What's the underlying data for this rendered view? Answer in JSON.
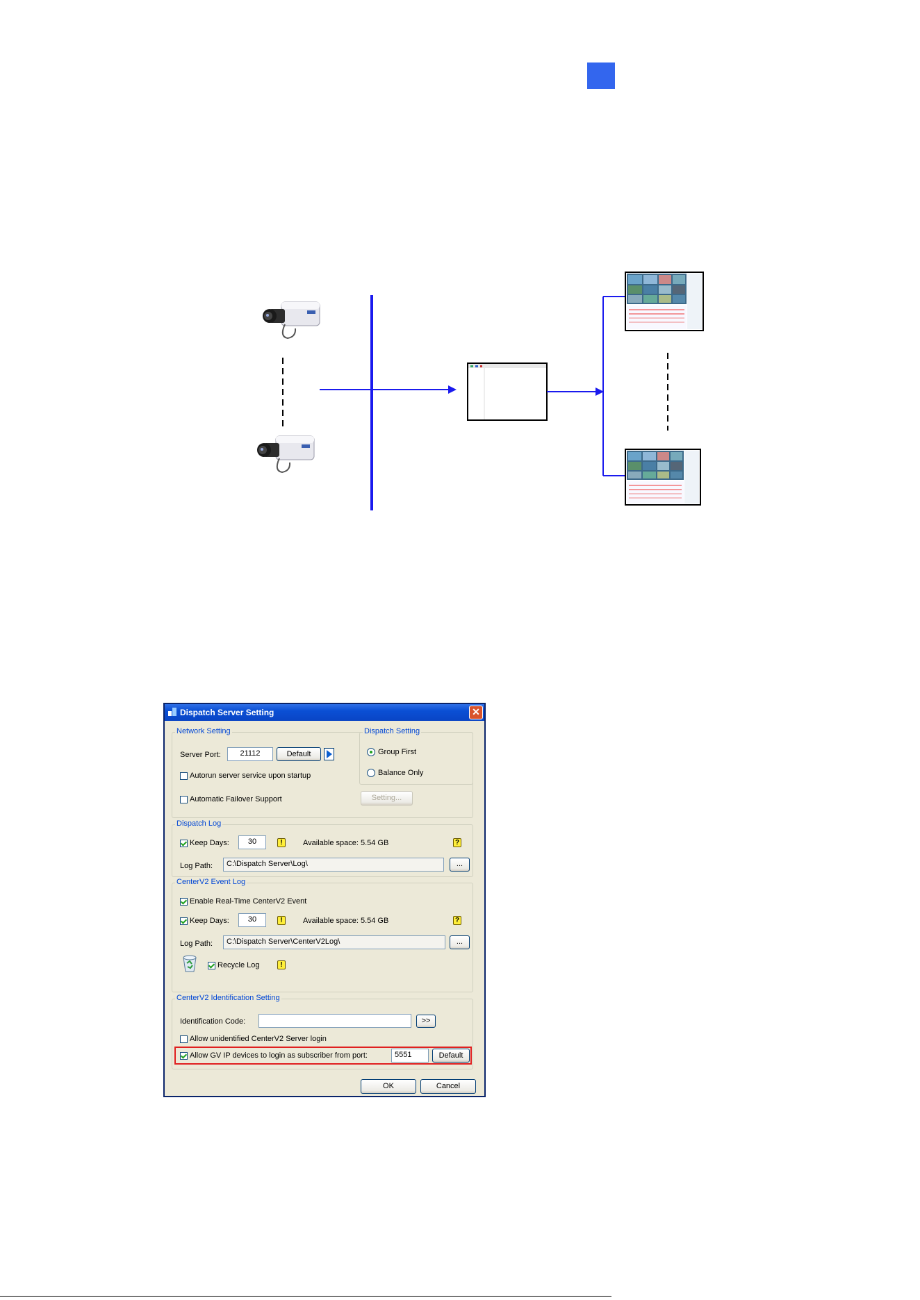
{
  "dialog": {
    "title": "Dispatch Server Setting",
    "close_glyph": "✕",
    "network": {
      "legend": "Network Setting",
      "server_port_label": "Server Port:",
      "server_port_value": "21112",
      "default_label": "Default",
      "autorun_label": "Autorun server service upon startup",
      "failover_label": "Automatic Failover Support",
      "setting_label": "Setting..."
    },
    "dispatch": {
      "legend": "Dispatch Setting",
      "group_first": "Group First",
      "balance_only": "Balance Only"
    },
    "dispatch_log": {
      "legend": "Dispatch Log",
      "keep_days_label": "Keep Days:",
      "keep_days_value": "30",
      "available_space": "Available space: 5.54 GB",
      "log_path_label": "Log Path:",
      "log_path_value": "C:\\Dispatch Server\\Log\\",
      "browse_label": "..."
    },
    "centerv2_log": {
      "legend": "CenterV2 Event Log",
      "enable_label": "Enable Real-Time CenterV2 Event",
      "keep_days_label": "Keep Days:",
      "keep_days_value": "30",
      "available_space": "Available space: 5.54 GB",
      "log_path_label": "Log Path:",
      "log_path_value": "C:\\Dispatch Server\\CenterV2Log\\",
      "browse_label": "...",
      "recycle_label": "Recycle Log"
    },
    "identification": {
      "legend": "CenterV2 Identification Setting",
      "code_label": "Identification Code:",
      "code_value": "",
      "go_label": ">>",
      "allow_unidentified_label": "Allow unidentified CenterV2 Server login",
      "allow_gv_label": "Allow GV IP devices to login as subscriber from port:",
      "gv_port_value": "5551",
      "default_label": "Default"
    },
    "ok_label": "OK",
    "cancel_label": "Cancel"
  }
}
